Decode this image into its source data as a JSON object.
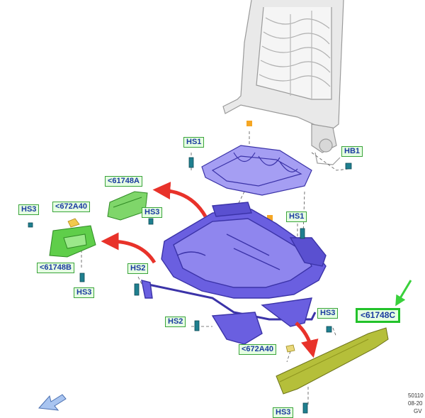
{
  "diagram": {
    "callouts": {
      "hs1_top": "HS1",
      "hb1": "HB1",
      "p61748a": "<61748A",
      "hs3_mid": "HS3",
      "hs3_left": "HS3",
      "p672a40_left": "<672A40",
      "hs1_mid": "HS1",
      "p61748b": "<61748B",
      "hs2_left": "HS2",
      "hs3_bottom_left": "HS3",
      "hs3_right": "HS3",
      "p61748c": "<61748C",
      "hs2_bottom": "HS2",
      "p672a40_bottom": "<672A40",
      "hs3_bottom": "HS3"
    },
    "reference": {
      "line1": "50110",
      "line2": "08-20",
      "line3": "GV"
    },
    "colors": {
      "frame": "#6a5fe0",
      "frame_dark": "#3b33a8",
      "bracket_green": "#7fd66a",
      "trim_olive": "#b5bf3a",
      "arrow_red": "#e8322a",
      "pointer_green": "#39d13b",
      "callout_text": "#1a3aa0",
      "seatback_gray": "#cfcfcf"
    }
  }
}
